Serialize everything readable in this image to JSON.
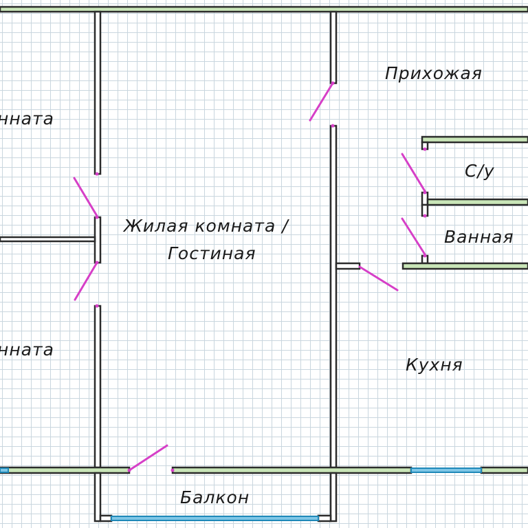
{
  "rooms": {
    "room_left_top": "нната",
    "room_left_bottom": "нната",
    "living_line1": "Жилая комната /",
    "living_line2": "Гостиная",
    "hallway": "Прихожая",
    "wc": "С/у",
    "bathroom": "Ванная",
    "kitchen": "Кухня",
    "balcony": "Балкон"
  },
  "colors": {
    "wall": "#2b2b2b",
    "wall_fill": "#c9e6b8",
    "door": "#d63fc7",
    "window": "#1e88b8",
    "grid": "#c9d6de"
  }
}
